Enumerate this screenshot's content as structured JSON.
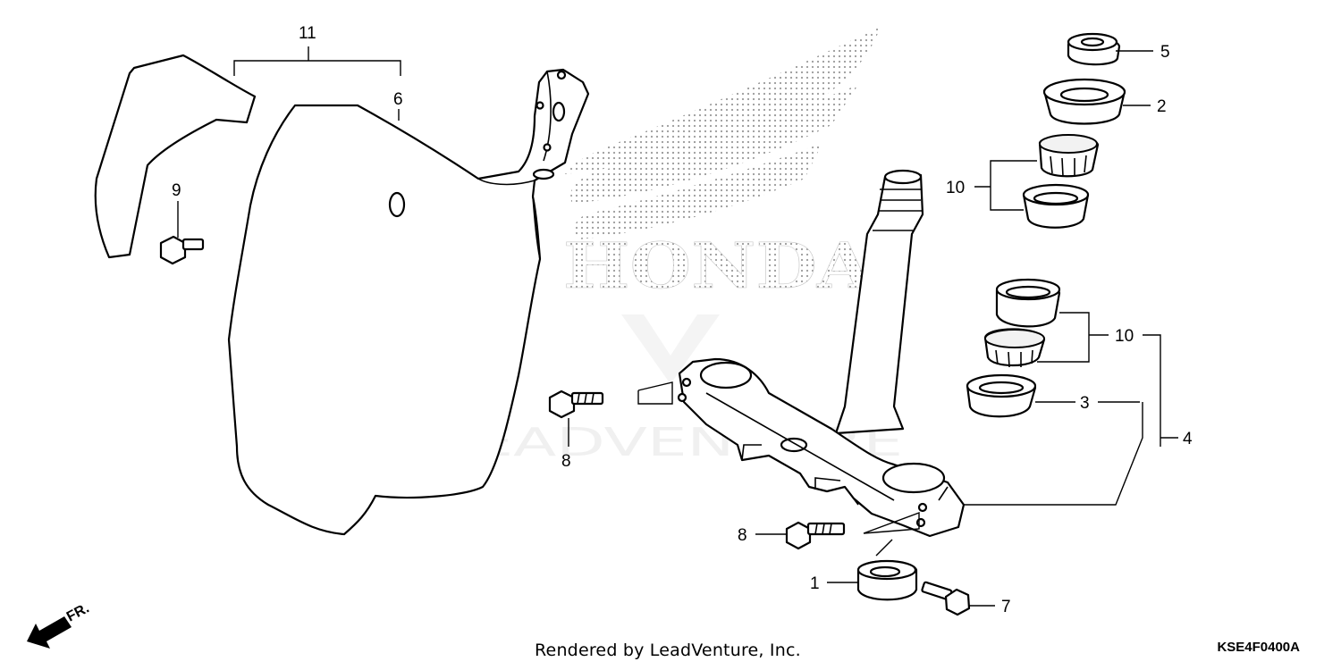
{
  "diagram": {
    "brand_logo_text": "HONDA",
    "watermark_text": "LEADVENTURE",
    "front_indicator_label": "FR.",
    "footer_credit": "Rendered by LeadVenture, Inc.",
    "diagram_code": "KSE4F0400A",
    "callouts": [
      {
        "id": "11",
        "label": "11"
      },
      {
        "id": "6",
        "label": "6"
      },
      {
        "id": "9",
        "label": "9"
      },
      {
        "id": "5",
        "label": "5"
      },
      {
        "id": "2",
        "label": "2"
      },
      {
        "id": "10a",
        "label": "10"
      },
      {
        "id": "10b",
        "label": "10"
      },
      {
        "id": "3",
        "label": "3"
      },
      {
        "id": "4",
        "label": "4"
      },
      {
        "id": "8a",
        "label": "8"
      },
      {
        "id": "8b",
        "label": "8"
      },
      {
        "id": "1",
        "label": "1"
      },
      {
        "id": "7",
        "label": "7"
      }
    ]
  }
}
